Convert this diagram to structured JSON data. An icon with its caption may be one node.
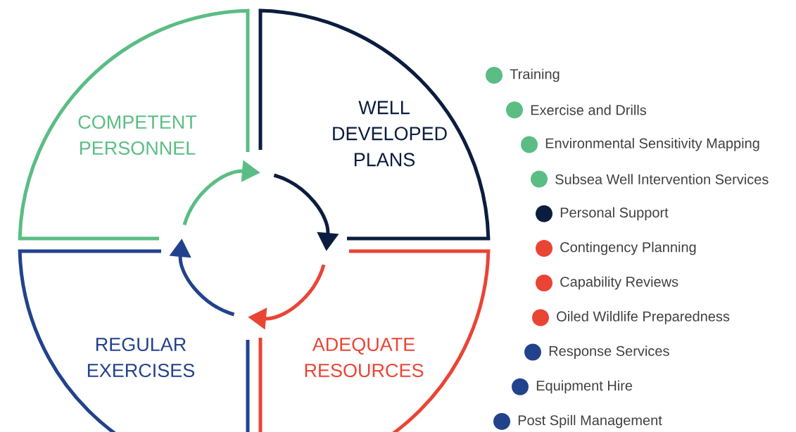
{
  "diagram": {
    "nodes": [
      {
        "text": [
          "COMPETENT PERSONNEL"
        ]
      },
      {
        "text": [
          "WELL DEVELOPED PLANS"
        ]
      },
      {
        "text": [
          "ADEQUATE RESOURCES"
        ]
      },
      {
        "text": [
          "REGULAR EXERCISES"
        ]
      }
    ],
    "edges": [
      {
        "from": 0,
        "to": 1,
        "arrow": "to",
        "color": "#5bbd84"
      },
      {
        "from": 1,
        "to": 2,
        "arrow": "to",
        "color": "#0b1d3f"
      },
      {
        "from": 2,
        "to": 3,
        "arrow": "to",
        "color": "#ea4435"
      },
      {
        "from": 3,
        "to": 0,
        "arrow": "to",
        "color": "#22428c"
      }
    ],
    "legend": [
      {
        "text": "Training",
        "color": "#5bbd84"
      },
      {
        "text": "Exercise and Drills",
        "color": "#5bbd84"
      },
      {
        "text": "Environmental Sensitivity Mapping",
        "color": "#5bbd84"
      },
      {
        "text": "Subsea Well Intervention Services",
        "color": "#5bbd84"
      },
      {
        "text": "Personal Support",
        "color": "#0b1d3f"
      },
      {
        "text": "Contingency Planning",
        "color": "#ea4435"
      },
      {
        "text": "Capability Reviews",
        "color": "#ea4435"
      },
      {
        "text": "Oiled Wildlife Preparedness",
        "color": "#ea4435"
      },
      {
        "text": "Response Services",
        "color": "#22428c"
      },
      {
        "text": "Equipment Hire",
        "color": "#22428c"
      },
      {
        "text": "Post Spill Management",
        "color": "#22428c"
      }
    ]
  }
}
